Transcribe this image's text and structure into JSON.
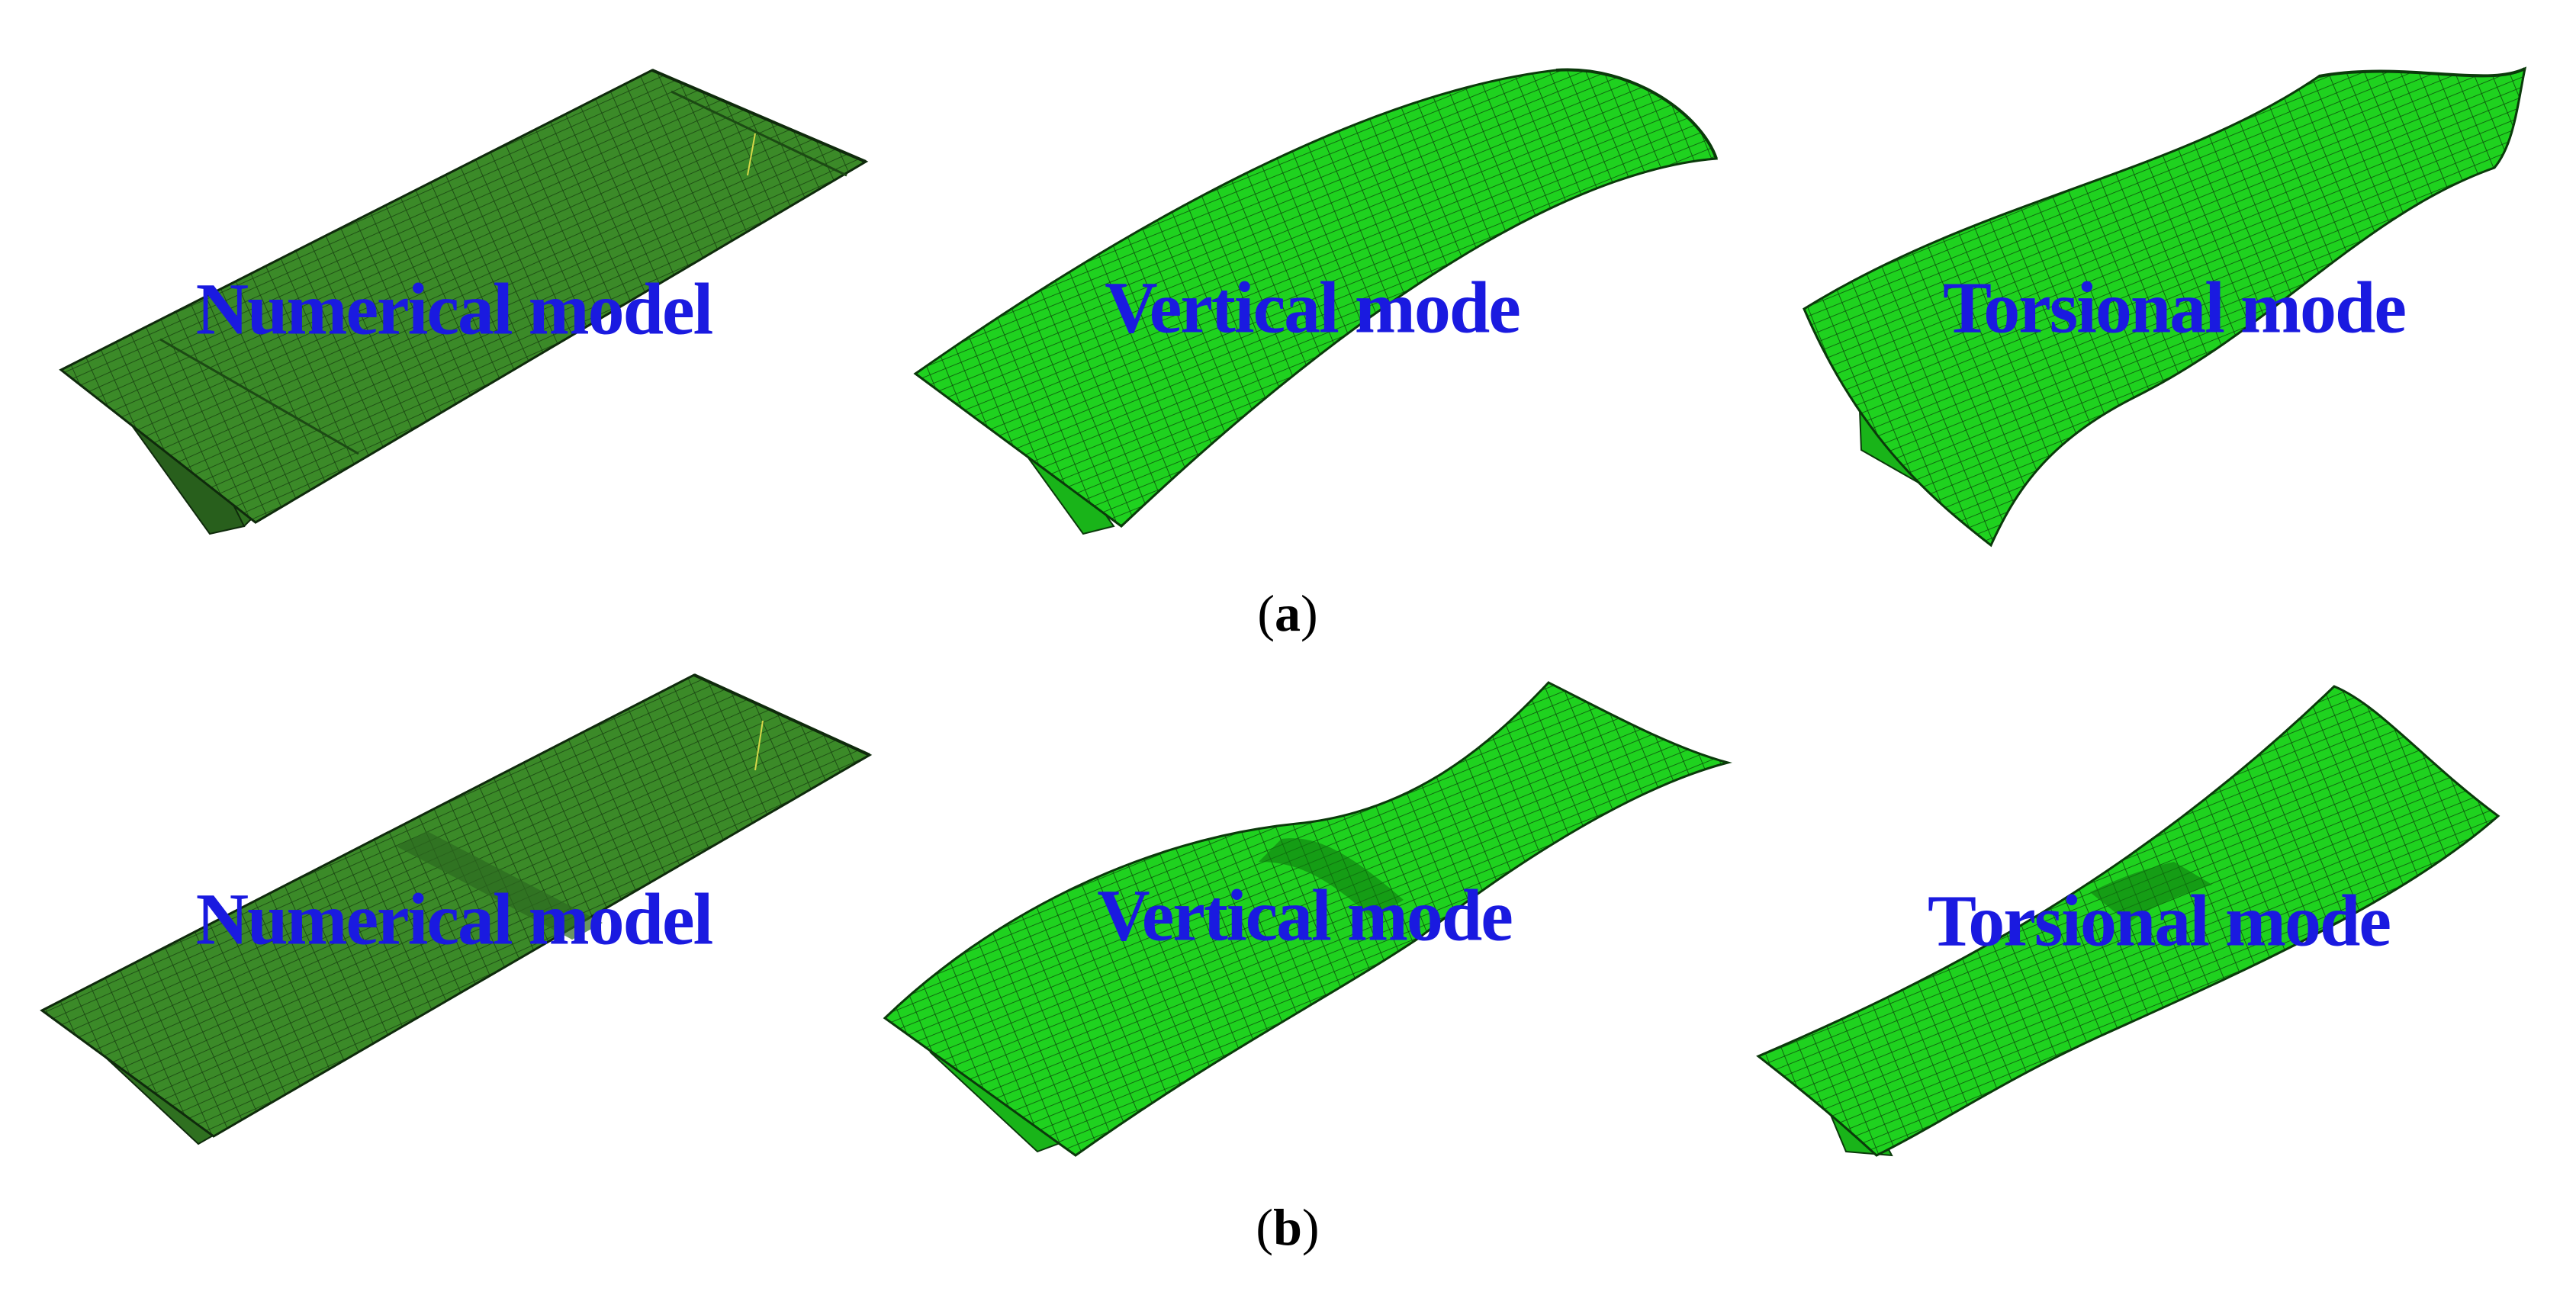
{
  "figure": {
    "panels": [
      {
        "id": "a",
        "label": "a",
        "labels": [
          "Numerical model",
          "Vertical mode",
          "Torsional mode"
        ],
        "models": [
          {
            "kind": "undeformed",
            "color": "#3b8a28"
          },
          {
            "kind": "vertical-bend-1",
            "color": "#1fd21f"
          },
          {
            "kind": "torsion-1",
            "color": "#1fd21f"
          }
        ]
      },
      {
        "id": "b",
        "label": "b",
        "labels": [
          "Numerical model",
          "Vertical mode",
          "Torsional mode"
        ],
        "models": [
          {
            "kind": "undeformed",
            "color": "#3b8a28"
          },
          {
            "kind": "vertical-bend-2",
            "color": "#1fd21f"
          },
          {
            "kind": "torsion-2",
            "color": "#1fd21f"
          }
        ]
      }
    ],
    "colors": {
      "label_text": "#1a1ae0",
      "mesh_line": "#0b2a0b",
      "undeformed_fill": "#3b8a28",
      "deformed_fill": "#1fd21f"
    }
  }
}
